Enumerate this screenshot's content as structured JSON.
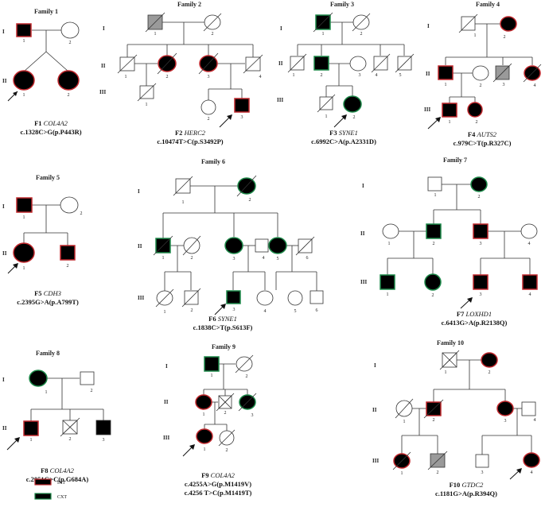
{
  "colors": {
    "ixt": "#c0282d",
    "cxt": "#1e8a4a",
    "line": "#333333",
    "affected": "#000000",
    "unaffected": "#ffffff",
    "grey": "#9a9a9a"
  },
  "families": [
    {
      "title": "Family 1",
      "gens": [
        "I",
        "II"
      ],
      "id": "F1",
      "gene": "COL4A2",
      "variant": "c.1328C>G(p.P443R)"
    },
    {
      "title": "Family 2",
      "gens": [
        "I",
        "II",
        "III"
      ],
      "id": "F2",
      "gene": "HERC2",
      "variant": "c.10474T>C(p.S3492P)"
    },
    {
      "title": "Family 3",
      "gens": [
        "I",
        "II",
        "III"
      ],
      "id": "F3",
      "gene": "SYNE1",
      "variant": "c.6992C>A(p.A2331D)"
    },
    {
      "title": "Family 4",
      "gens": [
        "I",
        "II",
        "III"
      ],
      "id": "F4",
      "gene": "AUTS2",
      "variant": "c.979C>T(p.R327C)"
    },
    {
      "title": "Family 5",
      "gens": [
        "I",
        "II"
      ],
      "id": "F5",
      "gene": "CDH3",
      "variant": "c.2395G>A(p.A799T)"
    },
    {
      "title": "Family 6",
      "gens": [
        "I",
        "II",
        "III"
      ],
      "id": "F6",
      "gene": "SYNE1",
      "variant": "c.1838C>T(p.S613F)"
    },
    {
      "title": "Family 7",
      "gens": [
        "I",
        "II",
        "III"
      ],
      "id": "F7",
      "gene": "LOXHD1",
      "variant": "c.6413G>A(p.R2138Q)"
    },
    {
      "title": "Family 8",
      "gens": [
        "I",
        "II"
      ],
      "id": "F8",
      "gene": "COL4A2",
      "variant": "c.2051G>C(p.G684A)"
    },
    {
      "title": "Family 9",
      "gens": [
        "I",
        "II",
        "III"
      ],
      "id": "F9",
      "gene": "COL4A2",
      "variant": "c.4255A>G(p.M1419V)",
      "variant2": "c.4256 T>C(p.M1419T)"
    },
    {
      "title": "Family 10",
      "gens": [
        "I",
        "II",
        "III"
      ],
      "id": "F10",
      "gene": "GTDC2",
      "variant": "c.1181G>A(p.R394Q)"
    }
  ],
  "legend": {
    "ixt": "IXT",
    "cxt": "CXT"
  }
}
